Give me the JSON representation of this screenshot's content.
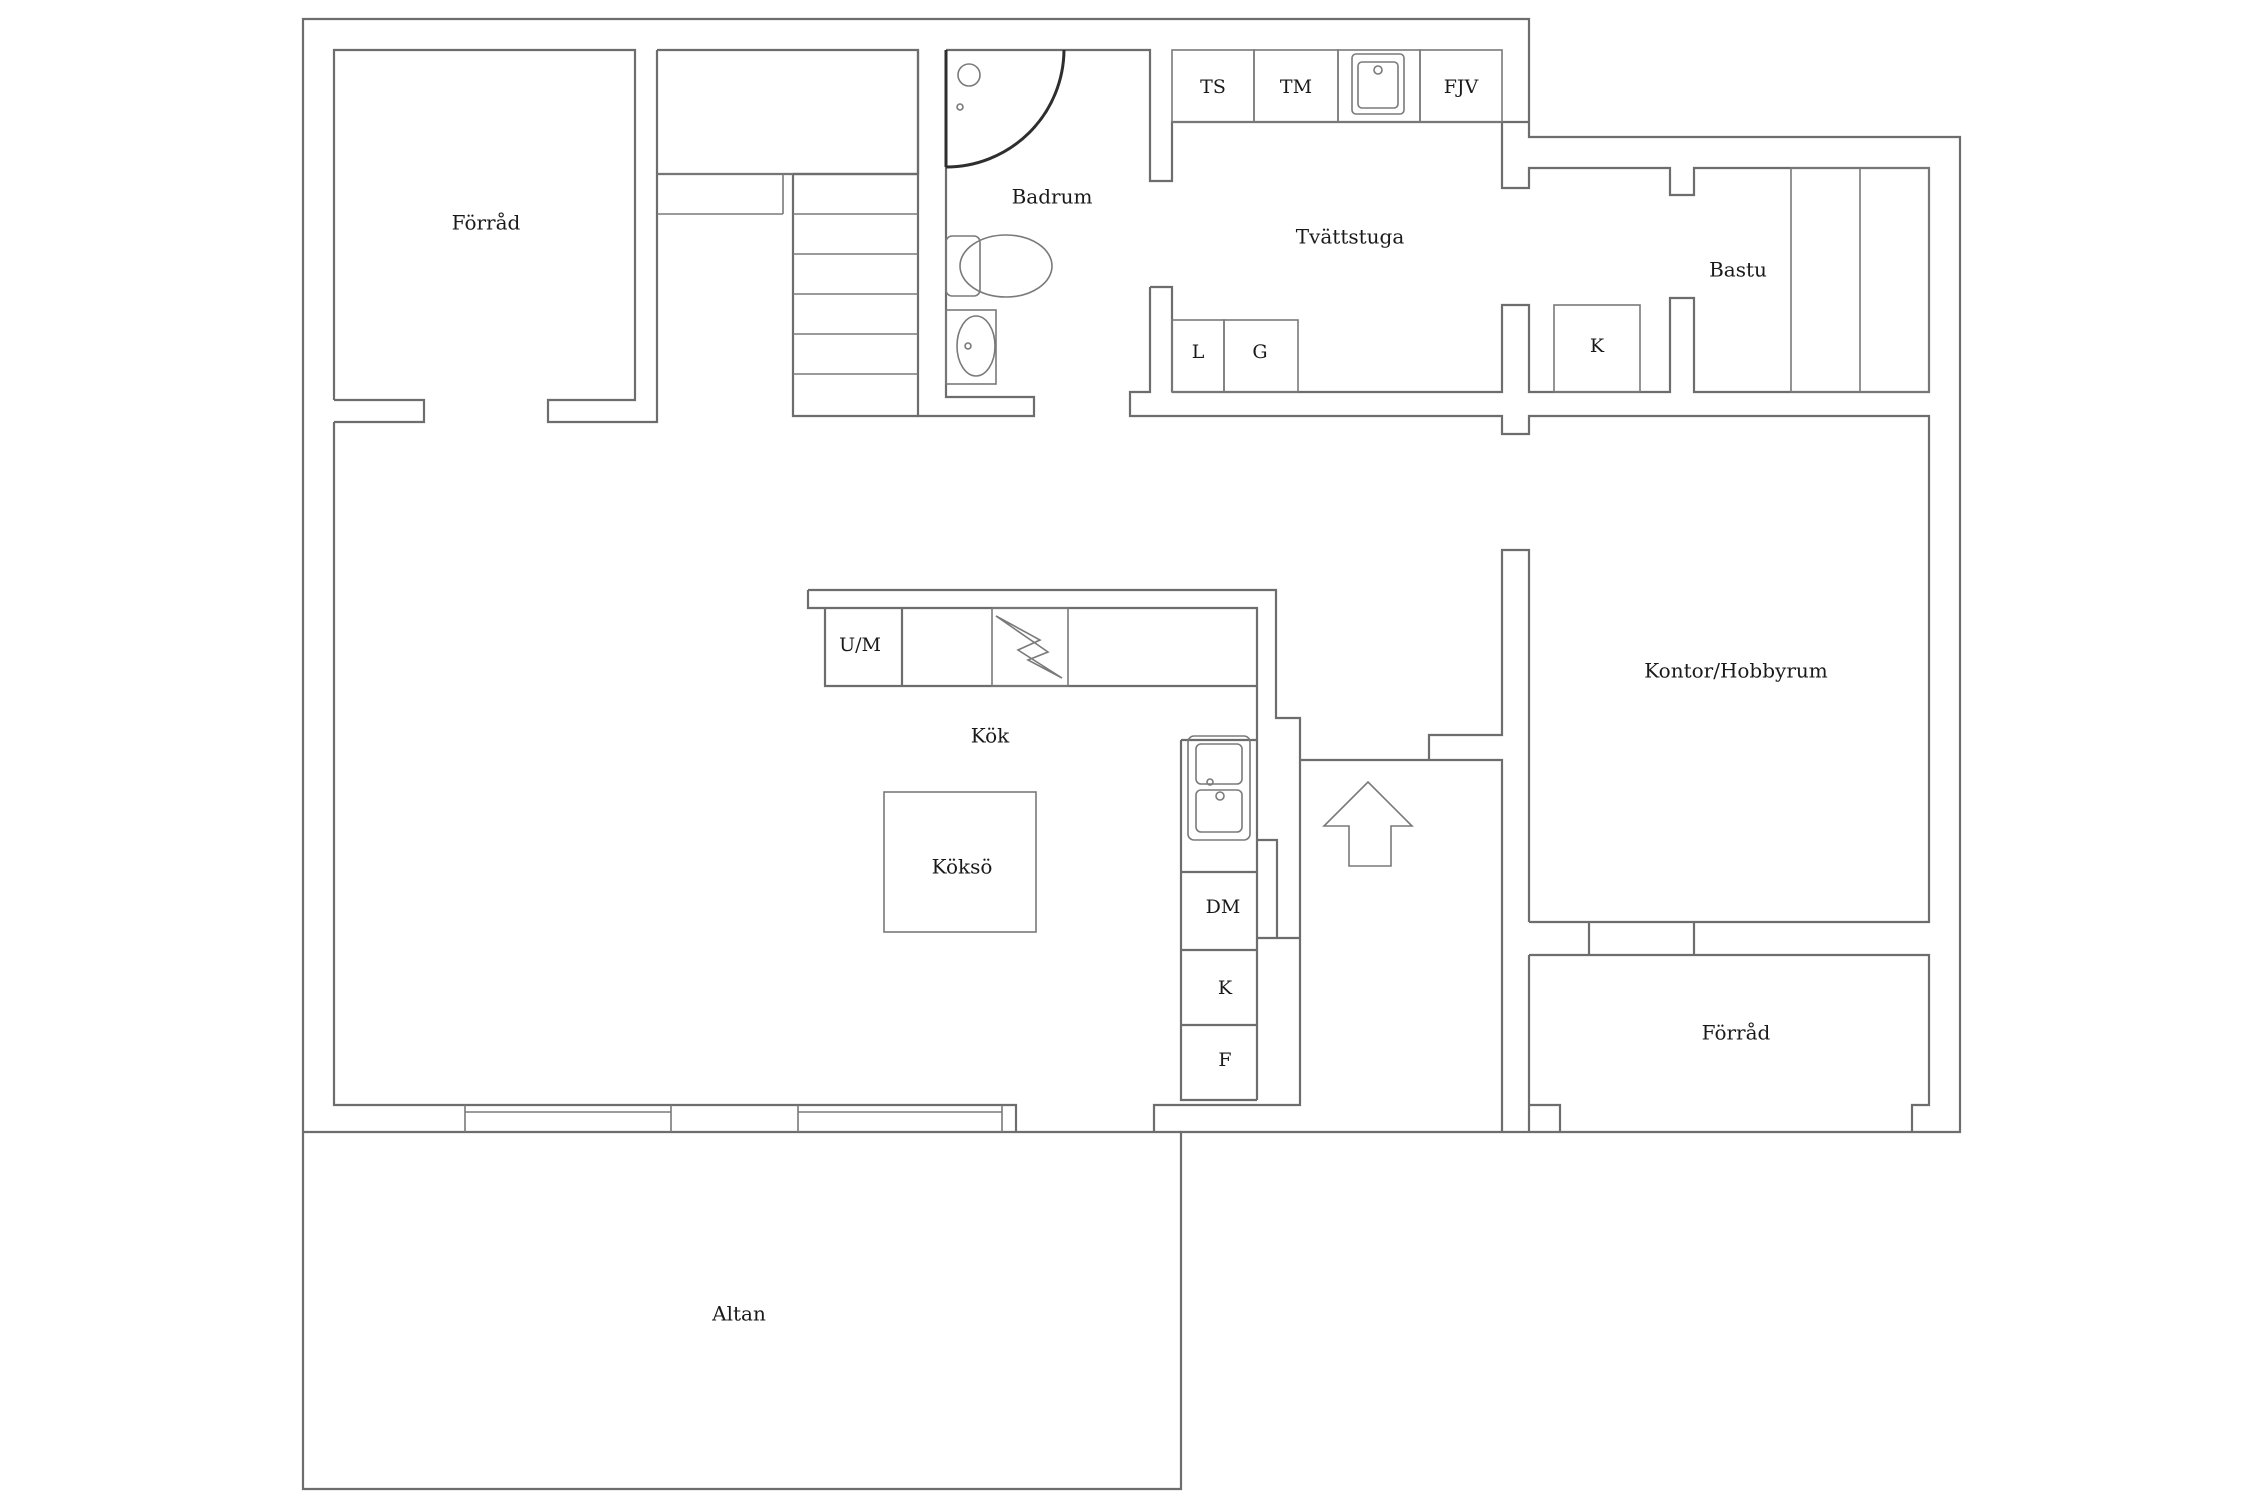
{
  "rooms": {
    "forrad_top": "Förråd",
    "badrum": "Badrum",
    "tvattstuga": "Tvättstuga",
    "bastu": "Bastu",
    "kok": "Kök",
    "koksoe": "Köksö",
    "kontor": "Kontor/Hobbyrum",
    "forrad_right": "Förråd",
    "altan": "Altan"
  },
  "appliances": {
    "ts": "TS",
    "tm": "TM",
    "fjv": "FJV",
    "l": "L",
    "g": "G",
    "k_bastu": "K",
    "um": "U/M",
    "dm": "DM",
    "k_kitchen": "K",
    "f": "F"
  },
  "icons": {
    "entrance": "entrance-arrow-icon",
    "stove": "stove-icon",
    "sink": "sink-icon",
    "toilet": "toilet-icon",
    "washbasin": "washbasin-icon",
    "shower": "shower-icon",
    "staircase": "staircase-icon"
  },
  "colors": {
    "wall": "#6d6d6d",
    "text": "#1a1a1a",
    "background": "#ffffff"
  }
}
